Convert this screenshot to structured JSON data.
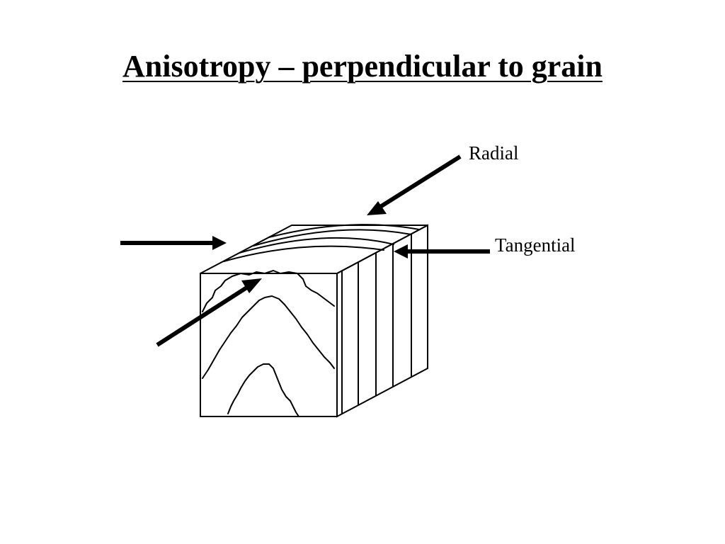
{
  "slide": {
    "title": "Anisotropy – perpendicular to grain"
  },
  "labels": {
    "radial": "Radial",
    "tangential": "Tangential"
  },
  "colors": {
    "background": "#ffffff",
    "ink": "#000000"
  }
}
